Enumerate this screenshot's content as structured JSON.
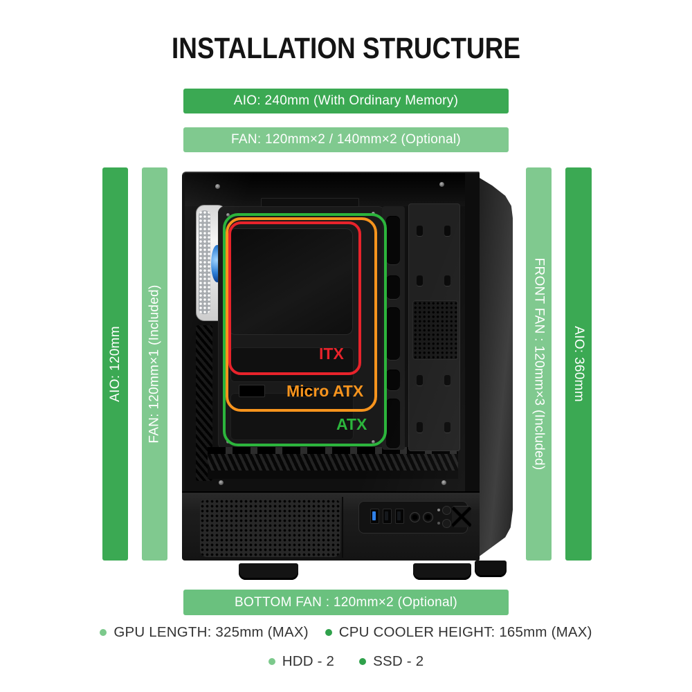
{
  "title": "INSTALLATION STRUCTURE",
  "banners": {
    "top_aio": "AIO: 240mm (With Ordinary Memory)",
    "top_fan": "FAN: 120mm×2 / 140mm×2 (Optional)",
    "left_aio": "AIO: 120mm",
    "left_fan": "FAN: 120mm×1 (Included)",
    "right_front_fan": "FRONT FAN : 120mm×3 (Included)",
    "right_aio": "AIO: 360mm",
    "bottom_fan": "BOTTOM FAN : 120mm×2 (Optional)"
  },
  "overlays": {
    "itx": {
      "label": "ITX",
      "color": "#e8232b"
    },
    "micro_atx": {
      "label": "Micro ATX",
      "color": "#f7941d"
    },
    "atx": {
      "label": "ATX",
      "color": "#2cb53c"
    }
  },
  "specs": {
    "row1": [
      {
        "label": "GPU LENGTH: 325mm (MAX)",
        "bullet_color": "#7cc98c"
      },
      {
        "label": "CPU COOLER HEIGHT: 165mm (MAX)",
        "bullet_color": "#2fa14b"
      }
    ],
    "row2": [
      {
        "label": "HDD - 2",
        "bullet_color": "#7cc98c"
      },
      {
        "label": "SSD - 2",
        "bullet_color": "#2fa14b"
      }
    ]
  },
  "colors": {
    "banner_dark_green": "#3ba953",
    "banner_light_green": "#80c98f",
    "banner_mid_green": "#6ac17e",
    "banner_text": "#ffffff",
    "title_text": "#141414",
    "spec_text": "#333333",
    "usb3_port_blue": "#2f80e8"
  }
}
